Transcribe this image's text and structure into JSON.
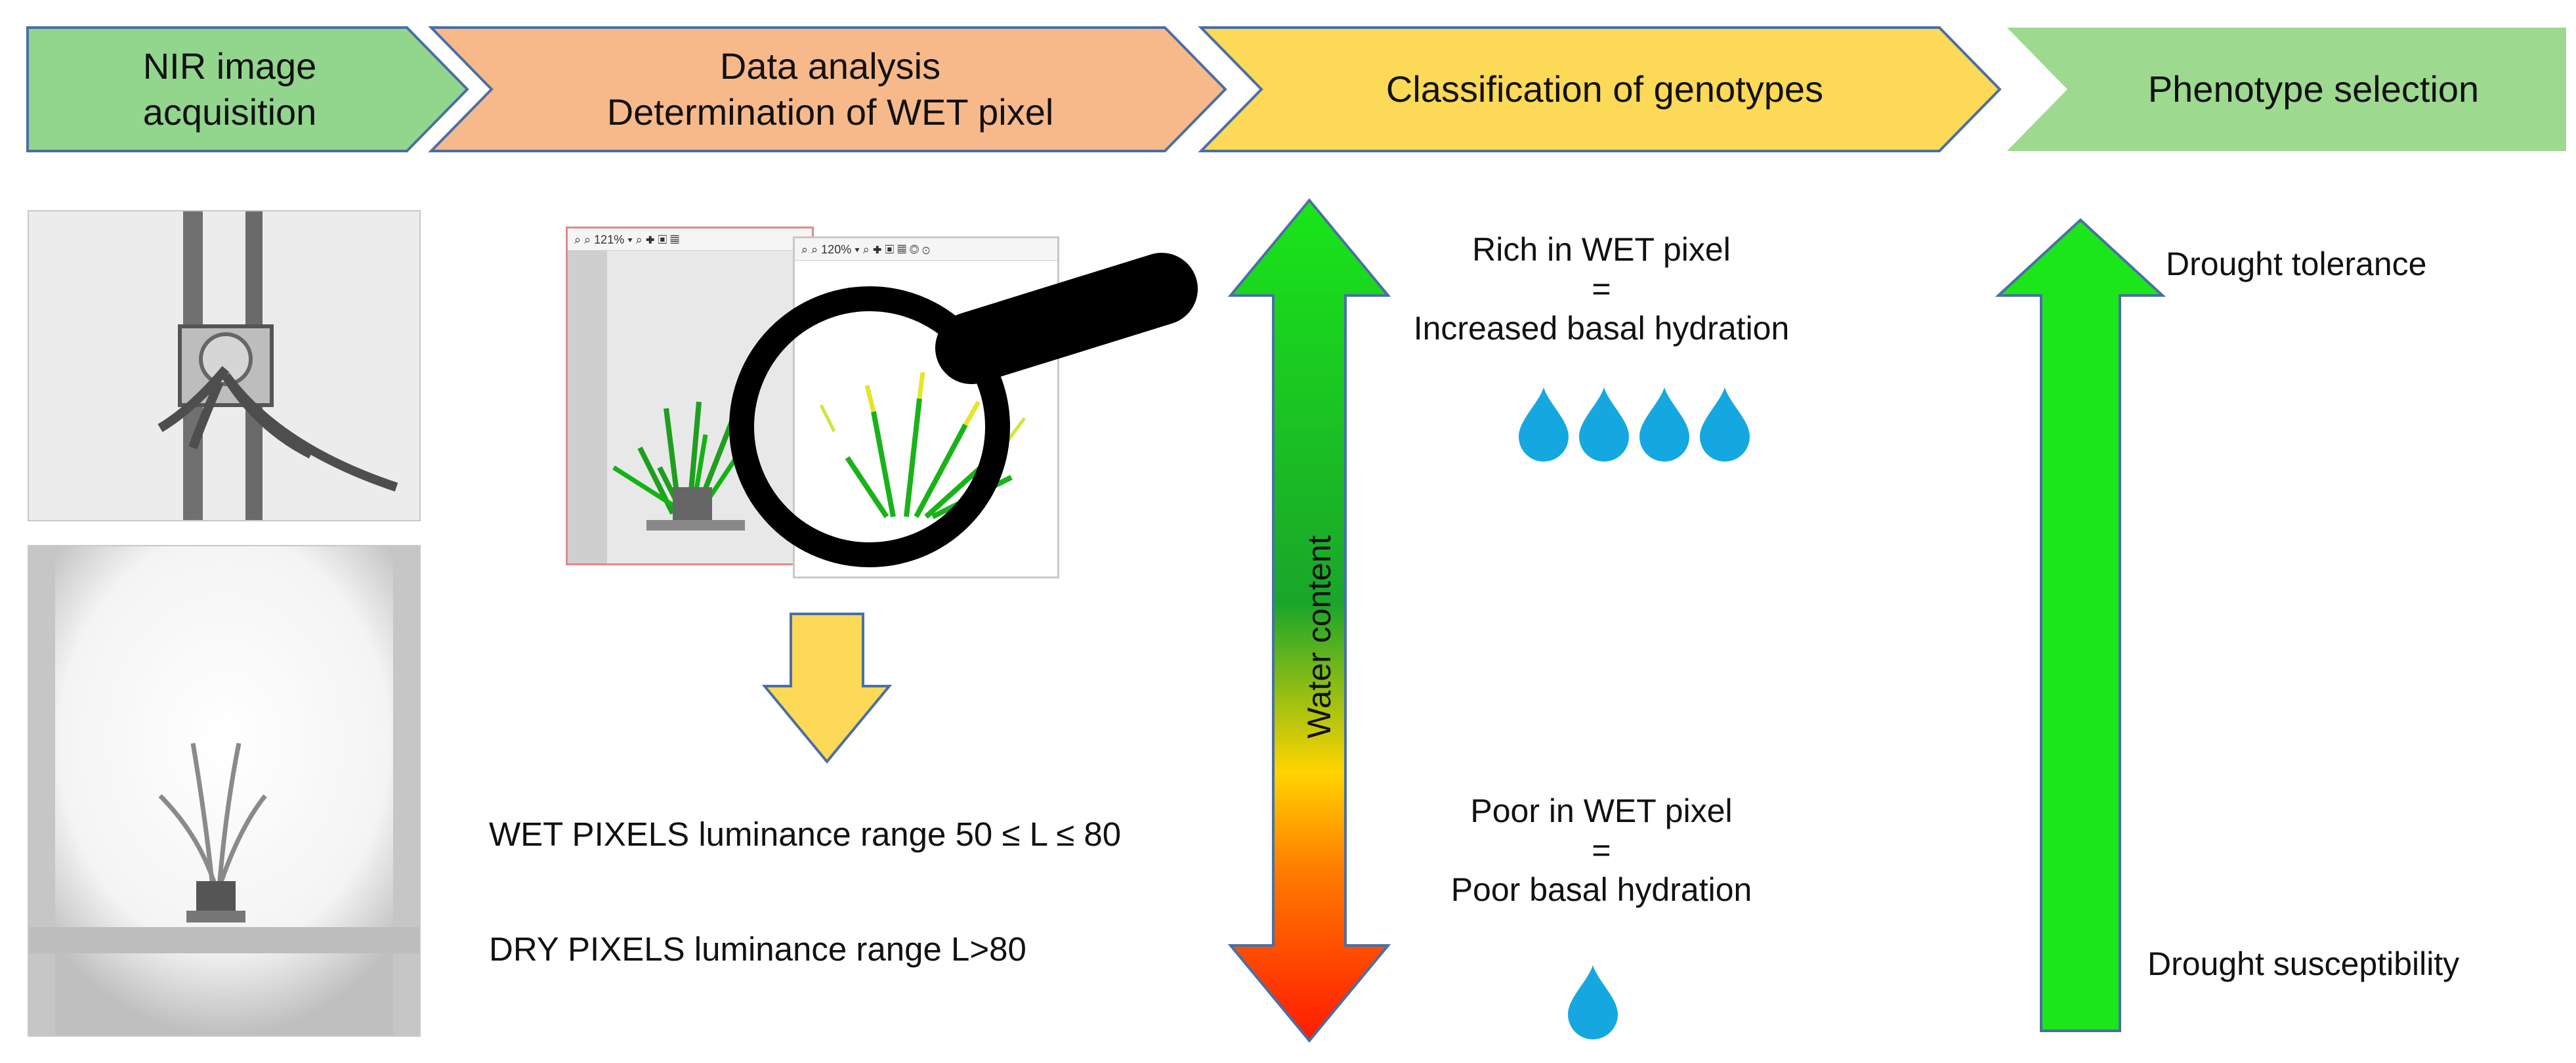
{
  "pipeline": {
    "steps": [
      {
        "line1": "NIR image",
        "line2": "acquisition",
        "fill": "#92d68e"
      },
      {
        "line1": "Data analysis",
        "line2": "Determination of WET pixel",
        "fill": "#f8b98a"
      },
      {
        "line1": "Classification of genotypes",
        "line2": "",
        "fill": "#fcd956"
      },
      {
        "line1": "Phenotype selection",
        "line2": "",
        "fill": "#9dd98f"
      }
    ]
  },
  "analysis": {
    "zoom_left": "121%",
    "zoom_right": "120%",
    "wet_range": "WET PIXELS luminance range 50 ≤ L ≤ 80",
    "dry_range": "DRY PIXELS luminance range L>80"
  },
  "classification": {
    "axis_label": "Water content",
    "rich_line1": "Rich in WET pixel",
    "rich_eq": "=",
    "rich_line2": "Increased basal hydration",
    "poor_line1": "Poor in WET pixel",
    "poor_eq": "=",
    "poor_line2": "Poor basal hydration",
    "rich_drop_count": 4,
    "poor_drop_count": 1
  },
  "selection": {
    "top_label": "Drought tolerance",
    "bottom_label": "Drought susceptibility"
  },
  "colors": {
    "drop": "#15a8e0",
    "green_arrow": "#1ae61a",
    "gradient_green": "#19e619",
    "gradient_red": "#ff1a00",
    "down_arrow": "#fcd956",
    "magnifier": "#000000"
  }
}
